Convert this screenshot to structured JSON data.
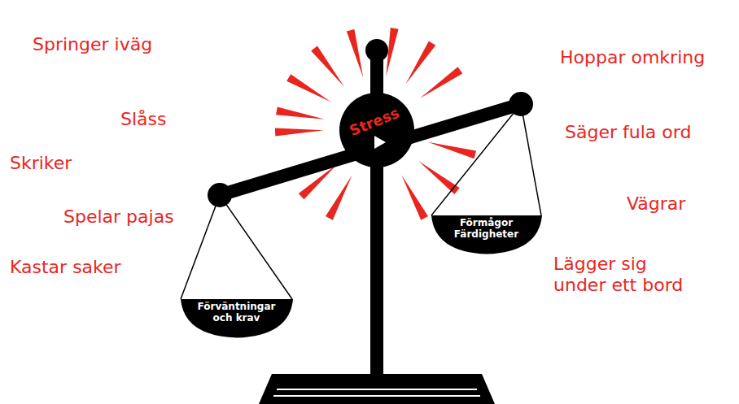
{
  "diagram": {
    "nodes": [
      {
        "text": [
          "Stress"
        ]
      },
      {
        "text": [
          "Förmågor Färdigheter"
        ]
      },
      {
        "text": [
          "Förväntningar och krav"
        ]
      }
    ],
    "labels": [
      "Springer iväg",
      "Hoppar omkring",
      "Slåss",
      "Säger fula ord",
      "Skriker",
      "Vägrar",
      "Spelar pajas",
      "Kastar saker",
      "Lägger sig under ett bord"
    ]
  }
}
